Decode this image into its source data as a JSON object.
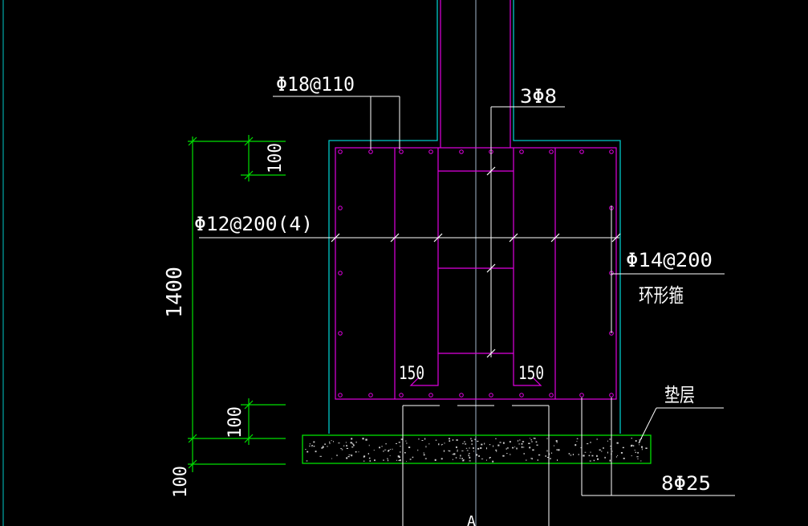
{
  "drawing": {
    "colors": {
      "background": "#000000",
      "outline": "#00c8c8",
      "rebar": "#e000e0",
      "dimension": "#00e000",
      "text": "#ffffff",
      "centerline": "#cfe8ff"
    },
    "labels": {
      "top_bar": "Φ18@110",
      "stirrup_small": "3Φ8",
      "tie": "Φ12@200(4)",
      "ring_stirrup": "Φ14@200",
      "ring_stirrup_desc": "环形箍",
      "hook_left": "150",
      "hook_right": "150",
      "cushion": "垫层",
      "bottom_bar": "8Φ25",
      "dim_top": "100",
      "dim_total": "1400",
      "dim_bottom": "100",
      "dim_cushion": "100",
      "section_mark": "A"
    }
  }
}
